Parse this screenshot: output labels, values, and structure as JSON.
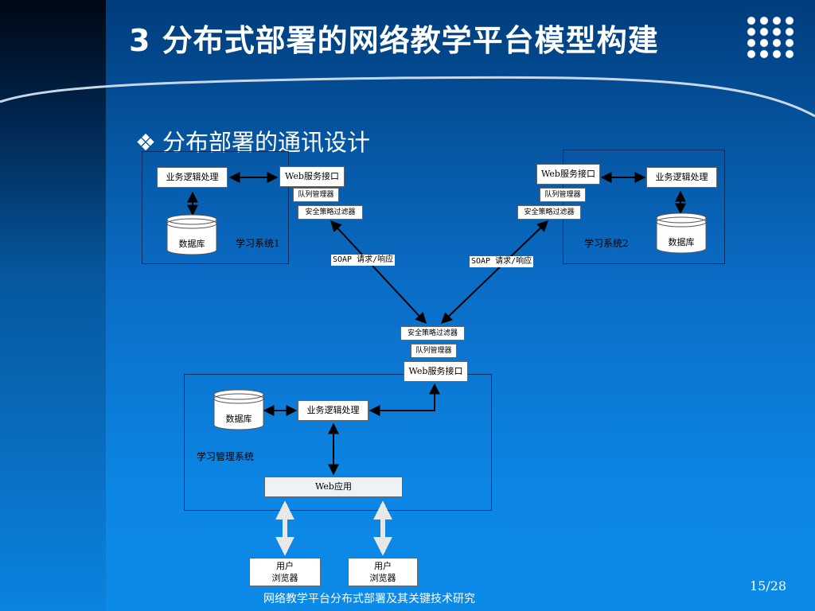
{
  "slide": {
    "title": "3 分布式部署的网络教学平台模型构建",
    "subtitle_bullet": "❖",
    "subtitle": "分布部署的通讯设计",
    "page_number": "15/28",
    "footer": "网络教学平台分布式部署及其关键技术研究"
  },
  "diagram": {
    "system1": {
      "biz": "业务逻辑处理",
      "web": "Web服务接口",
      "queue": "队列管理器",
      "security": "安全策略过滤器",
      "db": "数据库",
      "label": "学习系统1",
      "soap": "SOAP 请求/响应"
    },
    "system2": {
      "biz": "业务逻辑处理",
      "web": "Web服务接口",
      "queue": "队列管理器",
      "security": "安全策略过滤器",
      "db": "数据库",
      "label": "学习系统2",
      "soap": "SOAP 请求/响应"
    },
    "management": {
      "security": "安全策略过滤器",
      "queue": "队列管理器",
      "web": "Web服务接口",
      "db": "数据库",
      "biz": "业务逻辑处理",
      "label": "学习管理系统",
      "webapp": "Web应用"
    },
    "browsers": [
      {
        "line1": "用户",
        "line2": "浏览器"
      },
      {
        "line1": "用户",
        "line2": "浏览器"
      }
    ]
  }
}
